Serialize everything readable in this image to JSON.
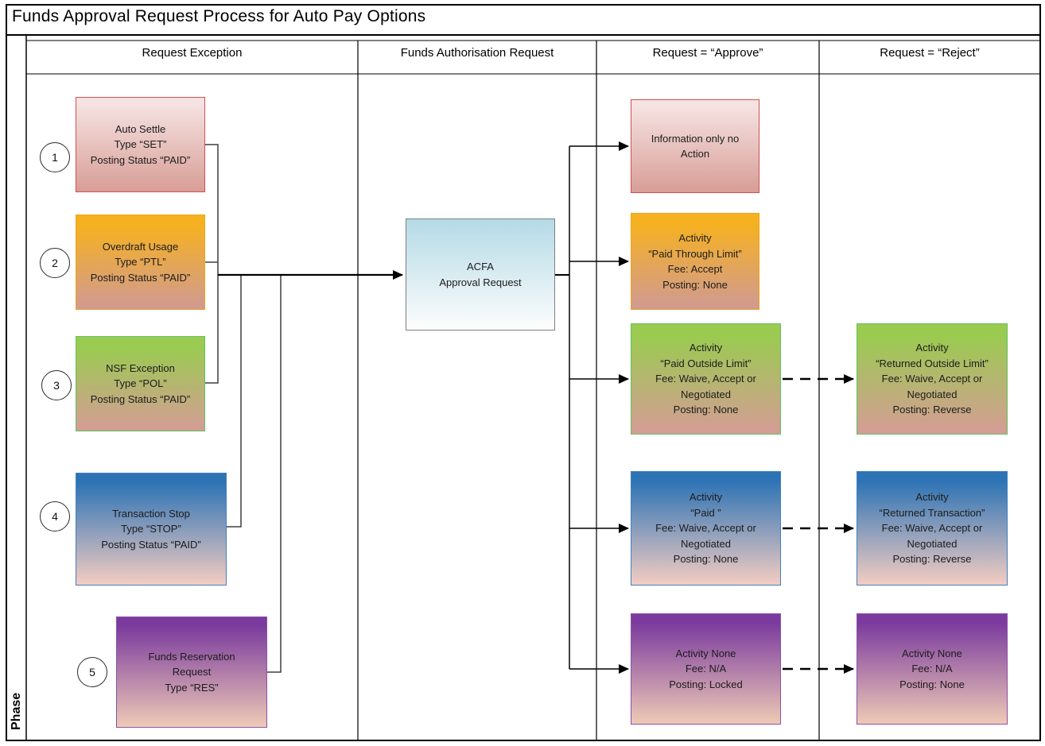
{
  "title": "Funds Approval Request Process for Auto Pay Options",
  "phase_label": "Phase",
  "lanes": [
    {
      "label": "Request Exception"
    },
    {
      "label": "Funds Authorisation Request"
    },
    {
      "label": "Request = “Approve”"
    },
    {
      "label": "Request = “Reject”"
    }
  ],
  "steps": [
    "1",
    "2",
    "3",
    "4",
    "5"
  ],
  "nodes": {
    "auto_settle": "Auto Settle\nType “SET”\nPosting Status “PAID”",
    "overdraft_usage": "Overdraft Usage\nType “PTL”\nPosting Status “PAID”",
    "nsf_exception": "NSF Exception\nType “POL”\nPosting Status “PAID”",
    "transaction_stop": "Transaction Stop\nType “STOP”\nPosting Status “PAID”",
    "funds_reservation": "Funds Reservation\nRequest\nType “RES”",
    "acfa": "ACFA\nApproval Request",
    "info_only": "Information only no\nAction",
    "paid_through_limit": "Activity\n“Paid Through Limit”\nFee: Accept\nPosting: None",
    "paid_outside_limit": "Activity\n“Paid Outside Limit”\nFee: Waive, Accept or\nNegotiated\nPosting: None",
    "paid": "Activity\n“Paid ”\nFee: Waive, Accept or\nNegotiated\nPosting: None",
    "activity_none_locked": "Activity None\nFee: N/A\nPosting: Locked",
    "returned_outside_limit": "Activity\n“Returned Outside Limit”\nFee: Waive, Accept or\nNegotiated\nPosting: Reverse",
    "returned_transaction": "Activity\n“Returned Transaction”\nFee: Waive, Accept or\nNegotiated\nPosting: Reverse",
    "activity_none_none": "Activity None\nFee: N/A\nPosting: None"
  },
  "palette": {
    "red_border": "#d05050",
    "red_top": "#f5e3e2",
    "red_bottom": "#d89d96",
    "amber_border": "#eea41c",
    "amber_top": "#f6b120",
    "amber_bottom": "#d09a93",
    "green_border": "#62c262",
    "green_top": "#9acb50",
    "green_bottom": "#d59c96",
    "blue_border": "#4080bf",
    "blue_top": "#2d73b5",
    "blue_bottom": "#f4cdc2",
    "purple_border": "#8e4fa8",
    "purple_top": "#7b3b9e",
    "purple_bottom": "#eecab6",
    "acfa_border": "#7f7f7f",
    "acfa_top": "#b4dae6",
    "acfa_bottom": "#fdfdfd",
    "line": "#000000"
  }
}
